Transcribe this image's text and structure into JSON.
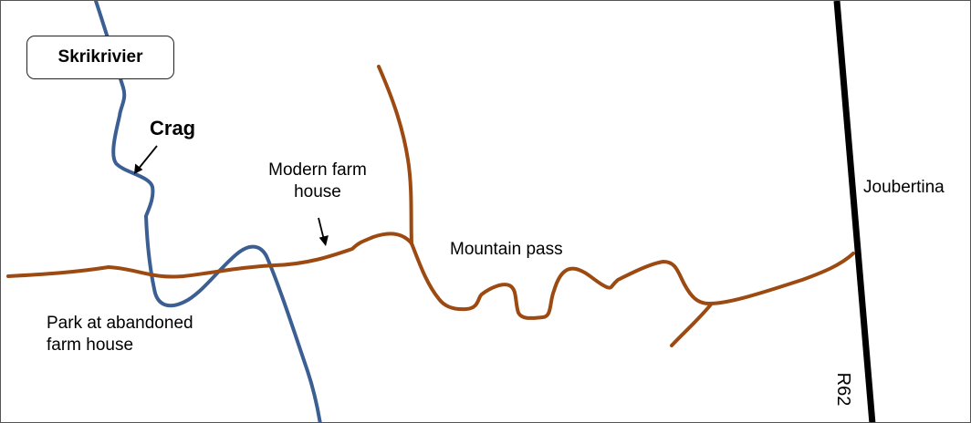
{
  "map": {
    "river_name": "Skrikrivier",
    "crag_label": "Crag",
    "farm_house_label": {
      "line1": "Modern farm",
      "line2": "house"
    },
    "pass_label": "Mountain pass",
    "parking_label": {
      "line1": "Park at abandoned",
      "line2": "farm house"
    },
    "town_label": "Joubertina",
    "highway_label": "R62"
  },
  "colors": {
    "track": "#9c4a12",
    "river": "#3b5f93",
    "highway": "#000000",
    "pointer": "#000000",
    "frame": "#555555"
  }
}
